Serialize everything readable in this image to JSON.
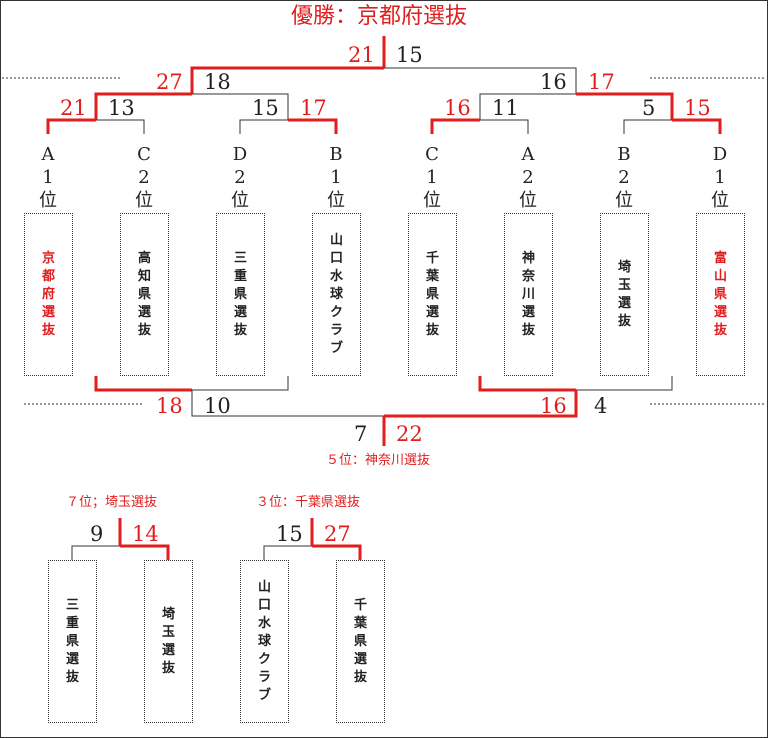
{
  "champion": "優勝：京都府選抜",
  "final": {
    "left": "21",
    "right": "15"
  },
  "semi_left": {
    "left": "27",
    "right": "18"
  },
  "semi_right": {
    "left": "16",
    "right": "17"
  },
  "qf": [
    {
      "left": "21",
      "right": "13"
    },
    {
      "left": "15",
      "right": "17"
    },
    {
      "left": "16",
      "right": "11"
    },
    {
      "left": "5",
      "right": "15"
    }
  ],
  "seeds": [
    {
      "group": "A",
      "rank": "1",
      "unit": "位"
    },
    {
      "group": "C",
      "rank": "2",
      "unit": "位"
    },
    {
      "group": "D",
      "rank": "2",
      "unit": "位"
    },
    {
      "group": "B",
      "rank": "1",
      "unit": "位"
    },
    {
      "group": "C",
      "rank": "1",
      "unit": "位"
    },
    {
      "group": "A",
      "rank": "2",
      "unit": "位"
    },
    {
      "group": "B",
      "rank": "2",
      "unit": "位"
    },
    {
      "group": "D",
      "rank": "1",
      "unit": "位"
    }
  ],
  "teams": [
    "京都府選抜",
    "高知県選抜",
    "三重県選抜",
    "山口水球クラブ",
    "千葉県選抜",
    "神奈川選抜",
    "埼玉選抜",
    "富山県選抜"
  ],
  "consolation_semis": {
    "left": {
      "left": "18",
      "right": "10"
    },
    "right": {
      "left": "16",
      "right": "4"
    }
  },
  "fifth_place_match": {
    "left": "7",
    "right": "22"
  },
  "fifth_place_caption": "５位：神奈川選抜",
  "seventh_place": {
    "caption": "７位；埼玉選抜",
    "left": "9",
    "right": "14",
    "teams": [
      "三重県選抜",
      "埼玉選抜"
    ]
  },
  "third_place": {
    "caption": "３位：千葉県選抜",
    "left": "15",
    "right": "27",
    "teams": [
      "山口水球クラブ",
      "千葉県選抜"
    ]
  },
  "colors": {
    "winner": "#e21d1d",
    "loser": "#222222"
  }
}
